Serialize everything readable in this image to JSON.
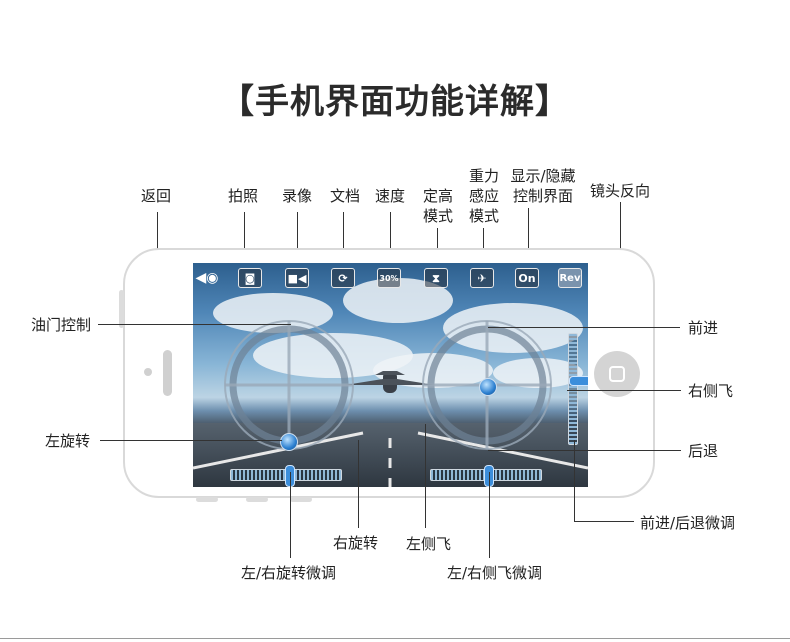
{
  "title": "【手机界面功能详解】",
  "toolbar": {
    "speed_text": "30%",
    "display_text": "On",
    "lens_text": "Rev"
  },
  "labels": {
    "back": "返回",
    "photo": "拍照",
    "video": "录像",
    "docs": "文档",
    "speed": "速度",
    "altitude_line1": "定高",
    "altitude_line2": "模式",
    "gravity_line1": "重力",
    "gravity_line2": "感应",
    "gravity_line3": "模式",
    "display_line1": "显示/隐藏",
    "display_line2": "控制界面",
    "lens_reverse": "镜头反向",
    "throttle": "油门控制",
    "rotate_left": "左旋转",
    "forward": "前进",
    "right_side_fly": "右侧飞",
    "backward": "后退",
    "fb_trim": "前进/后退微调",
    "rotate_right": "右旋转",
    "left_side_fly": "左侧飞",
    "rotate_trim": "左/右旋转微调",
    "side_fly_trim": "左/右侧飞微调"
  },
  "icons": [
    "back-icon",
    "camera-icon",
    "video-icon",
    "document-icon",
    "speed-icon",
    "altitude-hold-icon",
    "gravity-sensor-icon",
    "display-toggle-icon",
    "lens-reverse-icon"
  ]
}
